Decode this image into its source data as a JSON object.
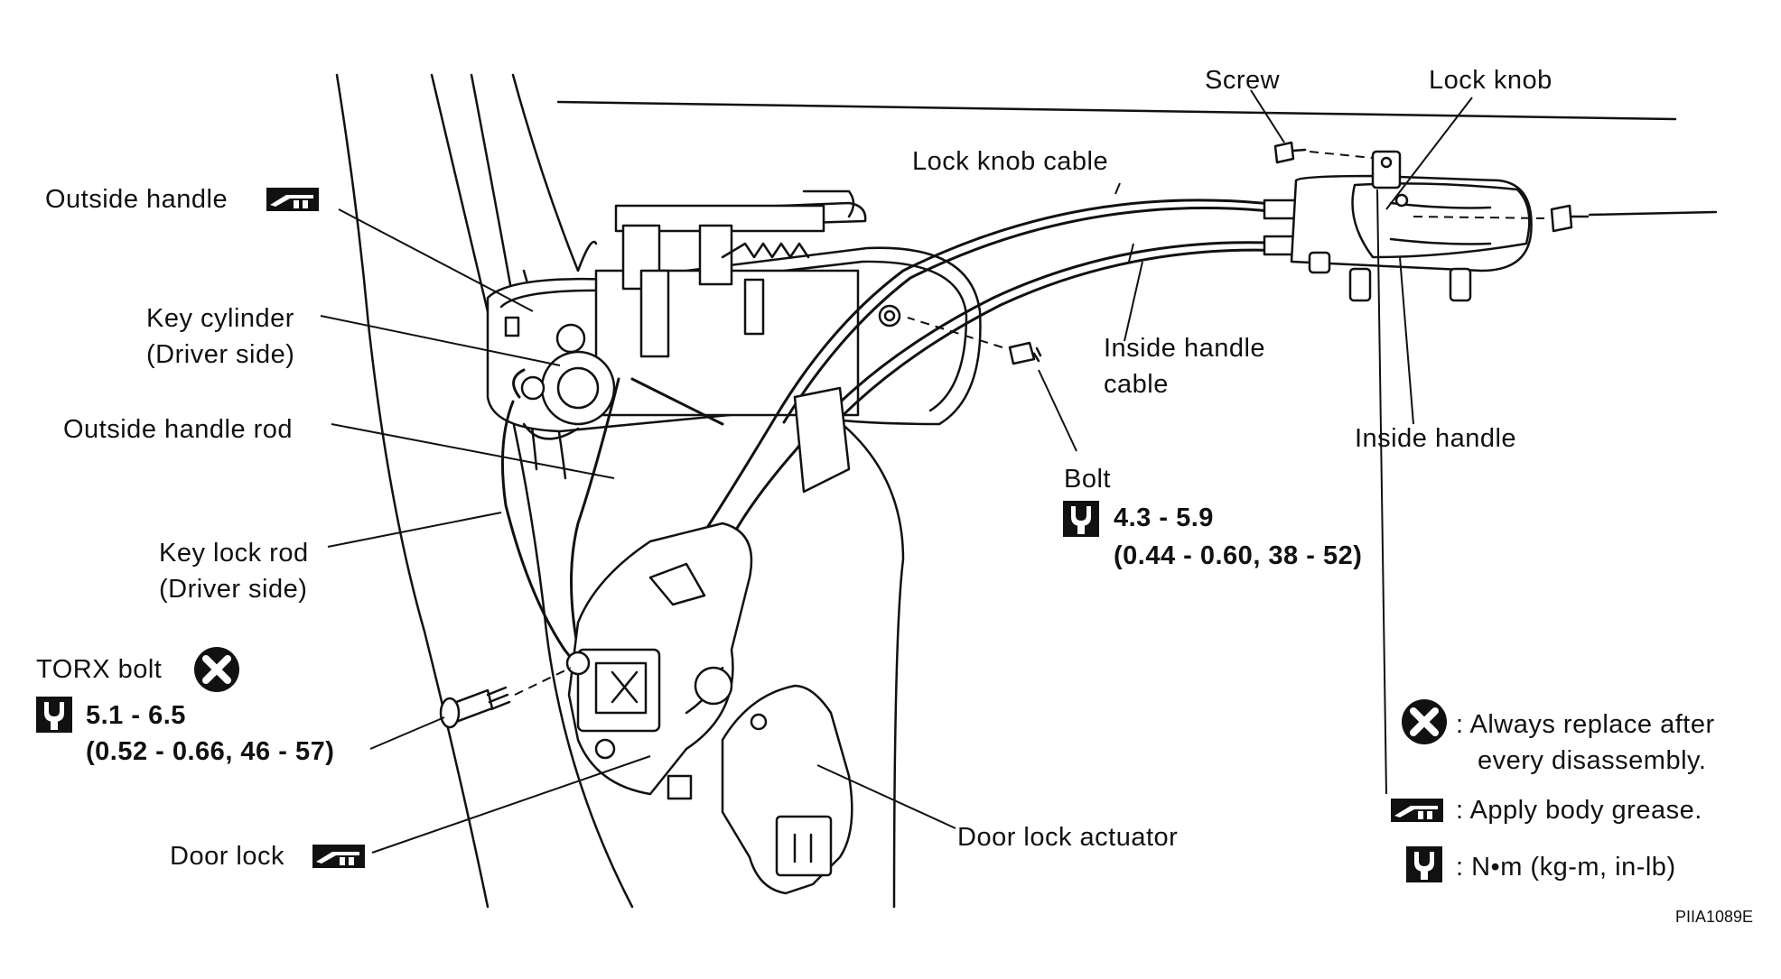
{
  "callouts": {
    "screw": "Screw",
    "lock_knob": "Lock knob",
    "lock_knob_cable": "Lock knob cable",
    "outside_handle": "Outside handle",
    "key_cylinder_1": "Key cylinder",
    "key_cylinder_2": "(Driver side)",
    "outside_handle_rod": "Outside handle rod",
    "key_lock_rod_1": "Key lock rod",
    "key_lock_rod_2": "(Driver side)",
    "torx_bolt": "TORX bolt",
    "torx_torque_1": "5.1 - 6.5",
    "torx_torque_2": "(0.52 - 0.66, 46 - 57)",
    "door_lock": "Door lock",
    "door_lock_actuator": "Door lock actuator",
    "inside_handle_cable_1": "Inside handle",
    "inside_handle_cable_2": "cable",
    "inside_handle": "Inside handle",
    "bolt": "Bolt",
    "bolt_torque_1": "4.3 - 5.9",
    "bolt_torque_2": "(0.44 - 0.60, 38 - 52)"
  },
  "legend": {
    "replace_1": ": Always replace after",
    "replace_2": "every disassembly.",
    "grease": ": Apply body grease.",
    "torque_units": ": N•m (kg-m, in-lb)"
  },
  "figure_id": "PIIA1089E"
}
